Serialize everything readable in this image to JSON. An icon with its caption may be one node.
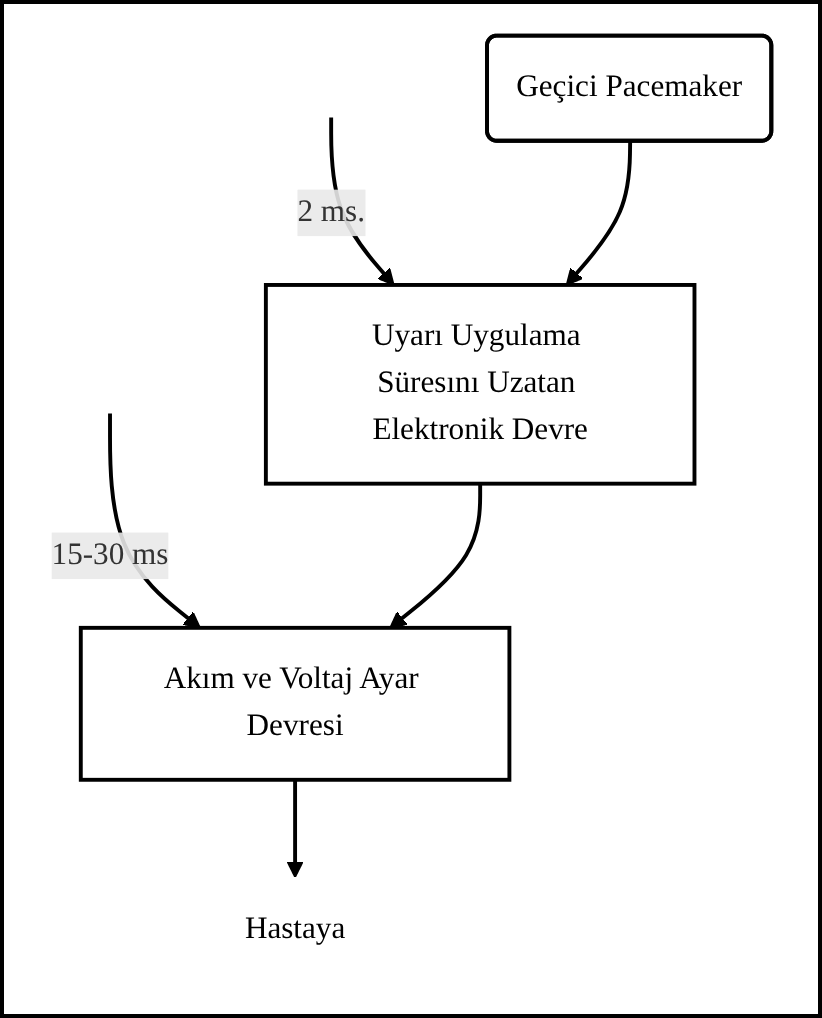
{
  "diagram": {
    "nodes": [
      {
        "text": [
          "Geçici Pacemaker"
        ]
      },
      {
        "text": [
          "Uyarı Uygulama Süresını Uzatan Elektronik Devre"
        ]
      },
      {
        "text": [
          "Akım ve Voltaj Ayar Devresi"
        ]
      },
      {
        "text": [
          "Hastaya"
        ]
      }
    ],
    "edges": [
      {
        "from": null,
        "to": 1,
        "arrow": "to",
        "label": "2 ms."
      },
      {
        "from": 0,
        "to": 1,
        "arrow": "to"
      },
      {
        "from": null,
        "to": 2,
        "arrow": "to",
        "label": "15-30 ms"
      },
      {
        "from": 1,
        "to": 2,
        "arrow": "to"
      },
      {
        "from": 2,
        "to": 3,
        "arrow": "to"
      }
    ]
  }
}
